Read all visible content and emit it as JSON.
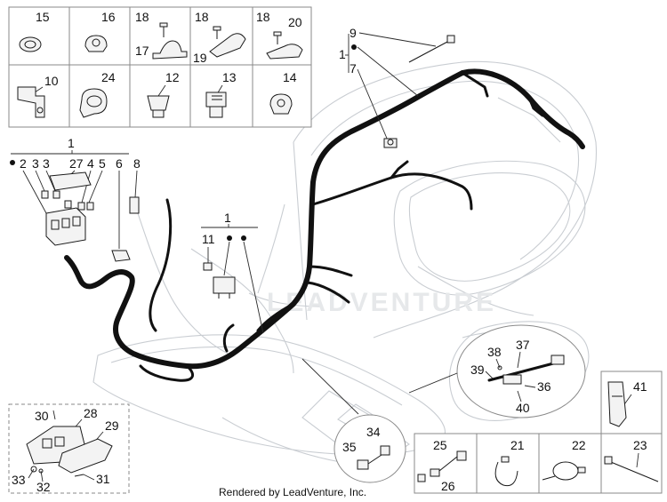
{
  "diagram": {
    "watermark": "LEADVENTURE",
    "footer": "Rendered by LeadVenture, Inc.",
    "top_boxes": [
      {
        "labels": [
          "15"
        ]
      },
      {
        "labels": [
          "16"
        ]
      },
      {
        "labels": [
          "18",
          "17"
        ]
      },
      {
        "labels": [
          "18",
          "19"
        ]
      },
      {
        "labels": [
          "18",
          "20"
        ]
      },
      {
        "labels": [
          "10"
        ]
      },
      {
        "labels": [
          "24"
        ]
      },
      {
        "labels": [
          "12"
        ]
      },
      {
        "labels": [
          "13"
        ]
      },
      {
        "labels": [
          "14"
        ]
      }
    ],
    "group_fusebox": {
      "title": "1",
      "dot": "•",
      "labels": [
        "2",
        "3",
        "3",
        "27",
        "4",
        "5"
      ],
      "l6": "6",
      "l8": "8"
    },
    "group_relay": {
      "title": "1",
      "l11": "11"
    },
    "group_top": {
      "l9": "9",
      "l1": "1",
      "l7": "7"
    },
    "group_lock": {
      "l30": "30",
      "l28": "28",
      "l29": "29",
      "l33": "33",
      "l32": "32",
      "l31": "31"
    },
    "group_cable": {
      "l38": "38",
      "l37": "37",
      "l39": "39",
      "l36": "36",
      "l40": "40"
    },
    "bottom_boxes": [
      {
        "labels": [
          "34",
          "35"
        ]
      },
      {
        "labels": [
          "25",
          "26"
        ]
      },
      {
        "labels": [
          "21"
        ]
      },
      {
        "labels": [
          "22"
        ]
      },
      {
        "labels": [
          "23"
        ]
      },
      {
        "labels": [
          "41"
        ]
      }
    ]
  }
}
